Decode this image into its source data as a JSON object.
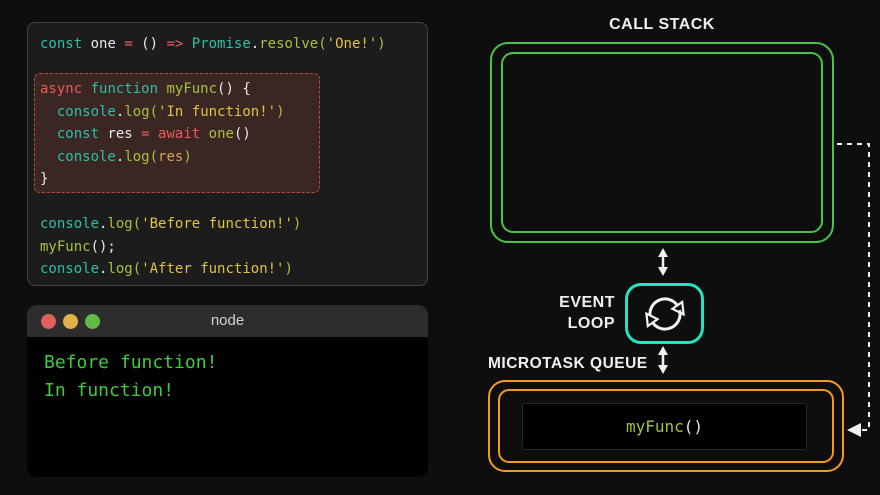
{
  "code_panel": {
    "lines": [
      {
        "tokens": [
          [
            "kw",
            "const"
          ],
          [
            "pl",
            " one "
          ],
          [
            "op",
            "="
          ],
          [
            "pl",
            " () "
          ],
          [
            "op",
            "=>"
          ],
          [
            "pl",
            " "
          ],
          [
            "kw",
            "Promise"
          ],
          [
            "pl",
            "."
          ],
          [
            "fn",
            "resolve"
          ],
          [
            "fn",
            "("
          ],
          [
            "str",
            "'One!'"
          ],
          [
            "fn",
            ")"
          ]
        ]
      },
      {
        "tokens": []
      },
      {
        "tokens": [
          [
            "op",
            "async"
          ],
          [
            "pl",
            " "
          ],
          [
            "kw",
            "function"
          ],
          [
            "pl",
            " "
          ],
          [
            "fn",
            "myFunc"
          ],
          [
            "pl",
            "() {"
          ]
        ]
      },
      {
        "tokens": [
          [
            "pl",
            "  "
          ],
          [
            "kw",
            "console"
          ],
          [
            "pl",
            "."
          ],
          [
            "fn",
            "log"
          ],
          [
            "fn",
            "("
          ],
          [
            "str",
            "'In function!'"
          ],
          [
            "fn",
            ")"
          ]
        ]
      },
      {
        "tokens": [
          [
            "pl",
            "  "
          ],
          [
            "kw",
            "const"
          ],
          [
            "pl",
            " res "
          ],
          [
            "op",
            "="
          ],
          [
            "pl",
            " "
          ],
          [
            "op",
            "await"
          ],
          [
            "pl",
            " "
          ],
          [
            "fn",
            "one"
          ],
          [
            "pl",
            "()"
          ]
        ]
      },
      {
        "tokens": [
          [
            "pl",
            "  "
          ],
          [
            "kw",
            "console"
          ],
          [
            "pl",
            "."
          ],
          [
            "fn",
            "log"
          ],
          [
            "fn",
            "("
          ],
          [
            "arg",
            "res"
          ],
          [
            "fn",
            ")"
          ]
        ]
      },
      {
        "tokens": [
          [
            "pl",
            "}"
          ]
        ]
      },
      {
        "tokens": []
      },
      {
        "tokens": [
          [
            "kw",
            "console"
          ],
          [
            "pl",
            "."
          ],
          [
            "fn",
            "log"
          ],
          [
            "fn",
            "("
          ],
          [
            "str",
            "'Before function!'"
          ],
          [
            "fn",
            ")"
          ]
        ]
      },
      {
        "tokens": [
          [
            "fn",
            "myFunc"
          ],
          [
            "pl",
            "();"
          ]
        ]
      },
      {
        "tokens": [
          [
            "kw",
            "console"
          ],
          [
            "pl",
            "."
          ],
          [
            "fn",
            "log"
          ],
          [
            "fn",
            "("
          ],
          [
            "str",
            "'After function!'"
          ],
          [
            "fn",
            ")"
          ]
        ]
      }
    ]
  },
  "terminal": {
    "title": "node",
    "lines": [
      "Before function!",
      "In function!"
    ]
  },
  "diagram": {
    "call_stack_label": "CALL STACK",
    "event_loop_label_line1": "EVENT",
    "event_loop_label_line2": "LOOP",
    "microtask_label": "MICROTASK QUEUE",
    "queue_item_tokens": [
      [
        "fn",
        "myFunc"
      ],
      [
        "pl",
        "()"
      ]
    ]
  },
  "colors": {
    "teal_keyword": "#2fbfa9",
    "red_operator": "#ef5b5b",
    "lime_function": "#a6c13d",
    "yellow_string": "#e2c341",
    "orange_arg": "#d7a45f",
    "white_code": "#e8e8e8",
    "terminal_green": "#3ecc3e",
    "call_stack_green": "#4bc24b",
    "event_loop_cyan": "#29e0c3",
    "microtask_orange": "#f59a1d",
    "highlight_bg": "#3a2622",
    "highlight_border": "#c04c33"
  }
}
